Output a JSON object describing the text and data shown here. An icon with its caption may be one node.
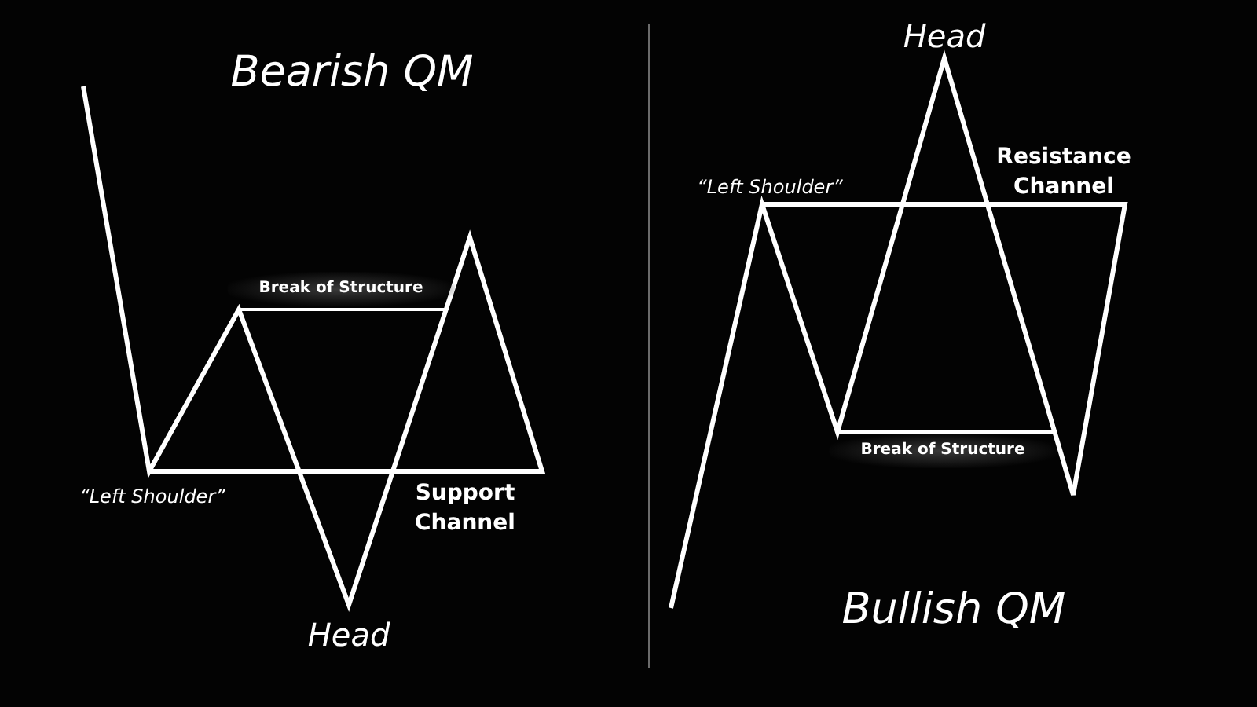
{
  "diagram": {
    "labels": [
      "Bearish QM",
      "Break of Structure",
      "“Left Shoulder”",
      "Support Channel",
      "Head",
      "Head",
      "Resistance Channel",
      "“Left Shoulder”",
      "Break of Structure",
      "Bullish QM"
    ]
  }
}
